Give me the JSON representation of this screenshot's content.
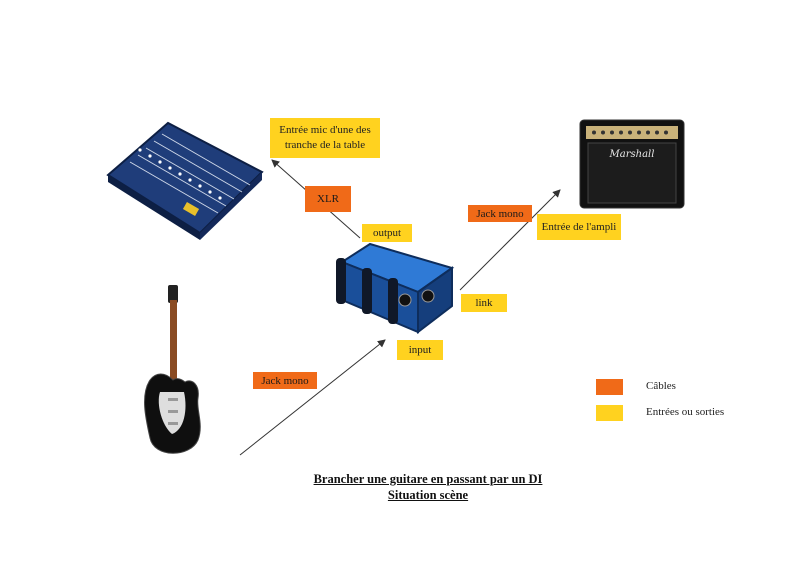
{
  "labels": {
    "mixer_input": "Entrée mic d'une des tranche de la table",
    "xlr": "XLR",
    "output": "output",
    "jack_mono_top": "Jack mono",
    "amp_input": "Entrée de l'ampli",
    "link": "link",
    "input": "input",
    "jack_mono_bottom": "Jack mono"
  },
  "legend": {
    "cables": "Câbles",
    "io": "Entrées ou sorties"
  },
  "caption": {
    "line1": "Brancher une guitare en passant par un DI",
    "line2": "Situation scène"
  },
  "amp_brand": "Marshall",
  "colors": {
    "cable": "#F06A18",
    "io": "#FFD21F",
    "mixer": "#1f3d7a",
    "di_box": "#1e5fb5",
    "amp": "#111111"
  },
  "icons": [
    "mixer-icon",
    "di-box-icon",
    "amp-icon",
    "guitar-icon"
  ]
}
